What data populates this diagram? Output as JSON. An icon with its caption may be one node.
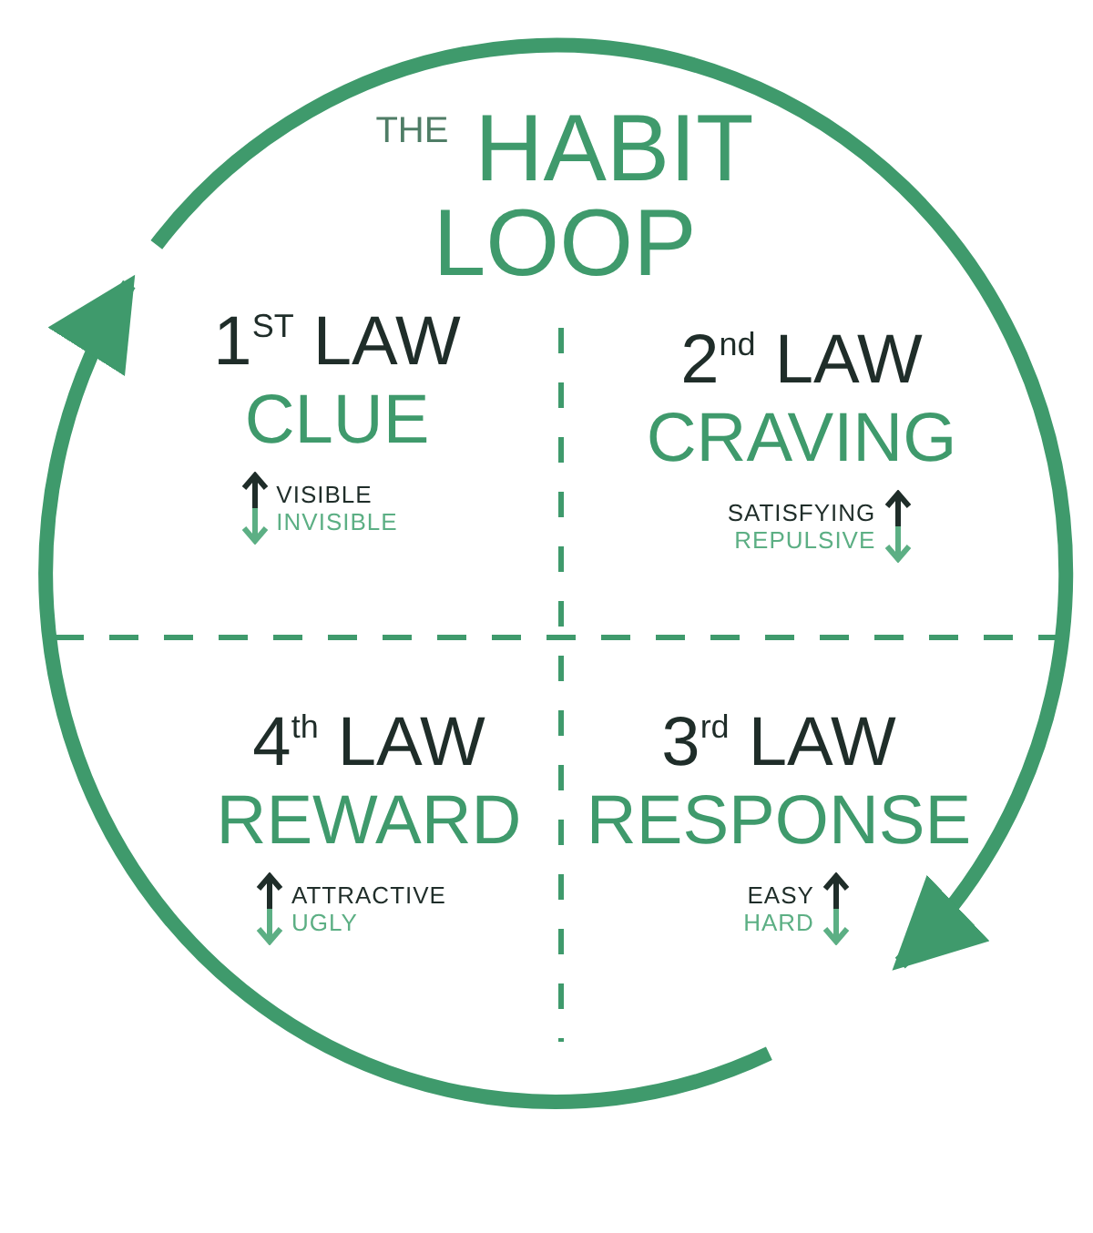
{
  "diagram": {
    "title": "$^{THE}$ HABIT LOOP",
    "nodes": [
      {
        "text": [
          "1$^{ST}$ LAW",
          "CLUE",
          "VISIBLE",
          "INVISIBLE"
        ]
      },
      {
        "text": [
          "2$^{nd}$ LAW",
          "CRAVING",
          "SATISFYING",
          "REPULSIVE"
        ]
      },
      {
        "text": [
          "4$^{th}$ LAW",
          "REWARD",
          "ATTRACTIVE",
          "UGLY"
        ]
      },
      {
        "text": [
          "3$^{rd}$ LAW",
          "RESPONSE",
          "EASY",
          "HARD"
        ]
      }
    ],
    "edges": [
      {
        "from": null,
        "to": 3,
        "arrow": "to"
      },
      {
        "from": null,
        "to": 0,
        "arrow": "to"
      }
    ]
  }
}
